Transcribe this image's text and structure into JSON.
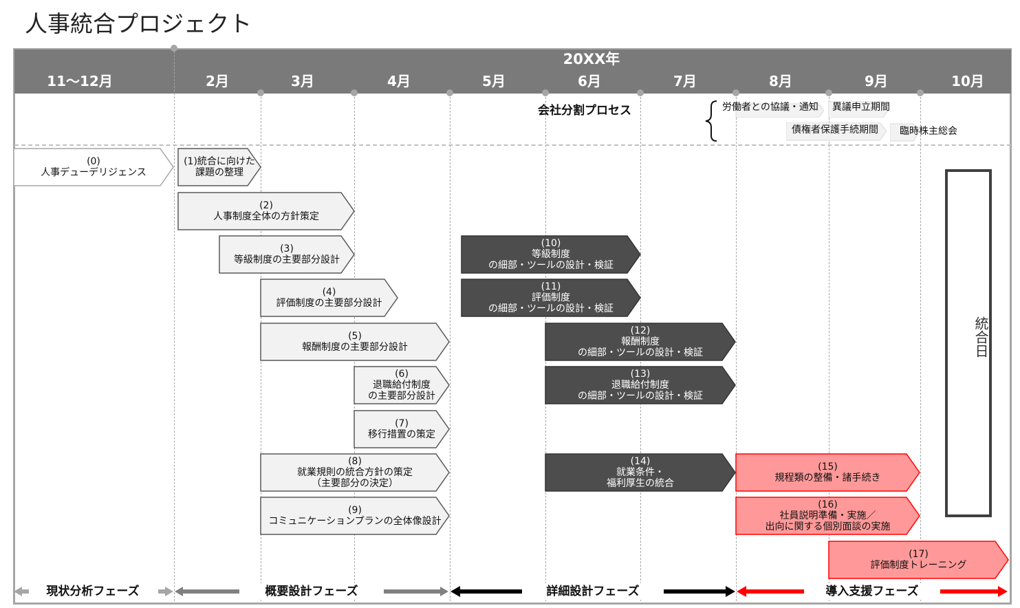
{
  "title": "人事統合プロジェクト",
  "header": {
    "year": "20XX年",
    "months": [
      "11〜12月",
      "2月",
      "3月",
      "4月",
      "5月",
      "6月",
      "7月",
      "8月",
      "9月",
      "10月"
    ]
  },
  "process": {
    "label": "会社分割プロセス",
    "items": [
      "労働者との協議・通知",
      "異議申立期間",
      "債権者保護手続期間",
      "臨時株主総会"
    ]
  },
  "tasks": [
    {
      "id": "(0)",
      "text": "人事デューデリジェンス",
      "style": "white"
    },
    {
      "id": "(1)",
      "text": "統合に向けた\n課題の整理",
      "style": "light"
    },
    {
      "id": "(2)",
      "text": "人事制度全体の方針策定",
      "style": "light"
    },
    {
      "id": "(3)",
      "text": "等級制度の主要部分設計",
      "style": "light"
    },
    {
      "id": "(4)",
      "text": "評価制度の主要部分設計",
      "style": "light"
    },
    {
      "id": "(5)",
      "text": "報酬制度の主要部分設計",
      "style": "light"
    },
    {
      "id": "(6)",
      "text": "退職給付制度\nの主要部分設計",
      "style": "light"
    },
    {
      "id": "(7)",
      "text": "移行措置の策定",
      "style": "light"
    },
    {
      "id": "(8)",
      "text": "就業規則の統合方針の策定\n（主要部分の決定）",
      "style": "light"
    },
    {
      "id": "(9)",
      "text": "コミュニケーションプランの全体像設計",
      "style": "light"
    },
    {
      "id": "(10)",
      "text": "等級制度\nの細部・ツールの設計・検証",
      "style": "dark"
    },
    {
      "id": "(11)",
      "text": "評価制度\nの細部・ツールの設計・検証",
      "style": "dark"
    },
    {
      "id": "(12)",
      "text": "報酬制度\nの細部・ツールの設計・検証",
      "style": "dark"
    },
    {
      "id": "(13)",
      "text": "退職給付制度\nの細部・ツールの設計・検証",
      "style": "dark"
    },
    {
      "id": "(14)",
      "text": "就業条件・\n福利厚生の統合",
      "style": "dark"
    },
    {
      "id": "(15)",
      "text": "規程類の整備・諸手続き",
      "style": "red"
    },
    {
      "id": "(16)",
      "text": "社員説明準備・実施／\n出向に関する個別面談の実施",
      "style": "red"
    },
    {
      "id": "(17)",
      "text": "評価制度トレーニング",
      "style": "red"
    }
  ],
  "integration_day": "統合日",
  "phases": [
    "現状分析フェーズ",
    "概要設計フェーズ",
    "詳細設計フェーズ",
    "導入支援フェーズ"
  ],
  "colors": {
    "header": "#7a7a7a",
    "light_fill": "#f2f2f2",
    "dark_fill": "#4d4d4d",
    "red_fill": "#ff9999",
    "red_stroke": "#ff0000",
    "phase_gray": "#808080",
    "phase_black": "#000000",
    "phase_red": "#ff0000"
  }
}
